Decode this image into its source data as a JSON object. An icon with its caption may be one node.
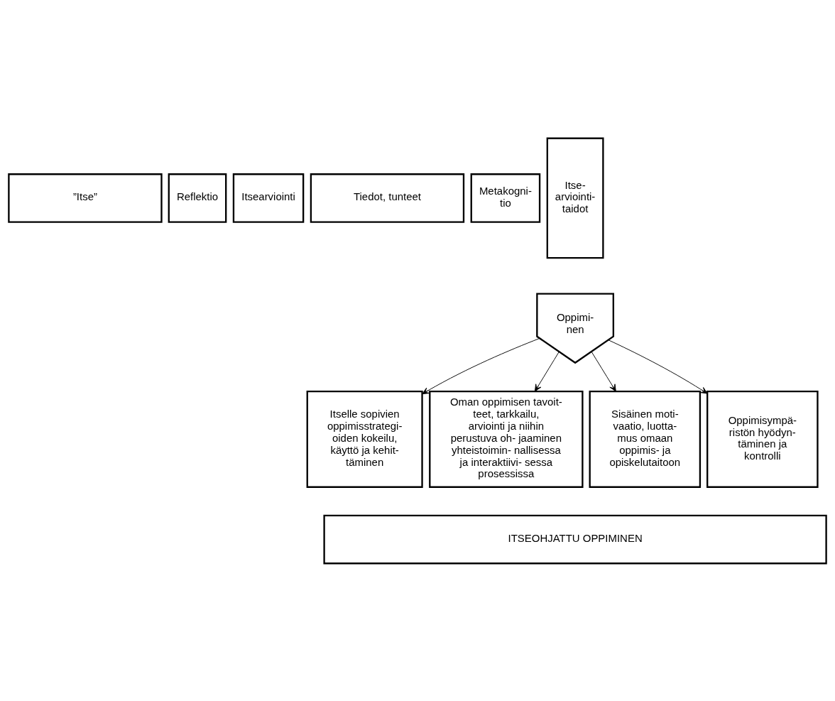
{
  "diagram": {
    "nodes": [
      {
        "text": [
          "”Itse”"
        ]
      },
      {
        "text": [
          "Reflektio"
        ]
      },
      {
        "text": [
          "Itsearviointi"
        ]
      },
      {
        "text": [
          "Tiedot, tunteet"
        ]
      },
      {
        "text": [
          "Metakogni- tio"
        ]
      },
      {
        "text": [
          "Itse- arviointi- taidot"
        ]
      },
      {
        "text": [
          "Oppimi- nen"
        ]
      },
      {
        "text": [
          "Itselle sopivien oppimisstrategi- oiden kokeilu, käyttö ja kehit- täminen"
        ]
      },
      {
        "text": [
          "Oman oppimisen tavoit- teet, tarkkailu, arviointi ja niihin perustuva oh- jaaminen yhteistoimin- nallisessa ja interaktiivi- sessa prosessissa"
        ]
      },
      {
        "text": [
          "Sisäinen moti- vaatio, luotta- mus omaan oppimis- ja opiskelutaitoon"
        ]
      },
      {
        "text": [
          "Oppimisympä- ristön hyödyn- täminen ja kontrolli"
        ]
      },
      {
        "text": [
          "ITSEOHJATTU OPPIMINEN"
        ]
      }
    ],
    "edges": [
      {
        "from": 6,
        "to": 7,
        "arrow": "to"
      },
      {
        "from": 6,
        "to": 8,
        "arrow": "to"
      },
      {
        "from": 6,
        "to": 9,
        "arrow": "to"
      },
      {
        "from": 6,
        "to": 10,
        "arrow": "to"
      }
    ]
  }
}
